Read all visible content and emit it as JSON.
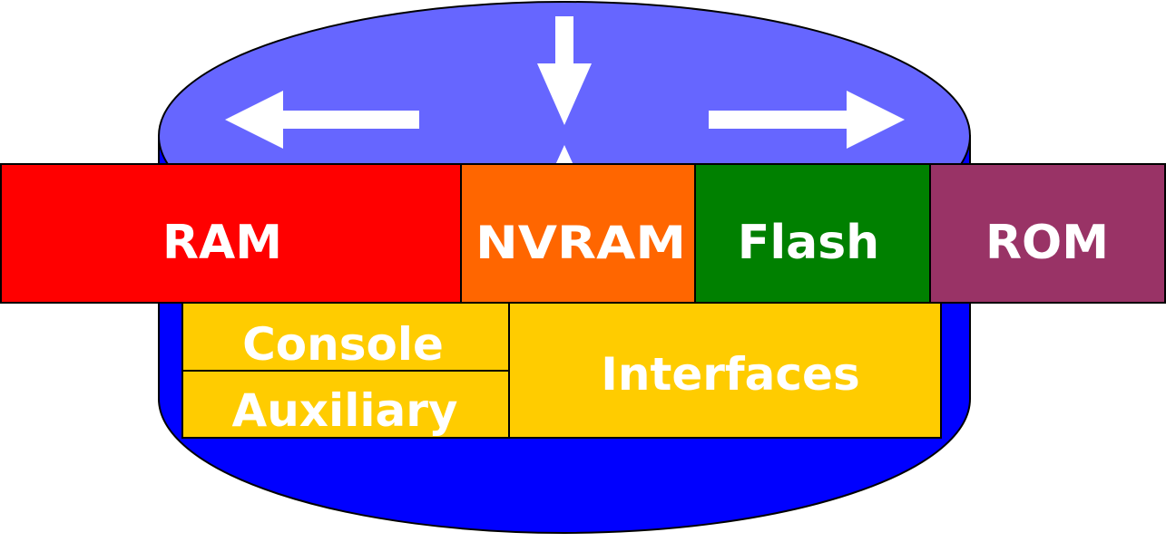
{
  "diagram": {
    "colors": {
      "router_top": "#6666ff",
      "router_body": "#0000ff",
      "arrows": "#ffffff",
      "outline": "#000000"
    },
    "memory_blocks": [
      {
        "label": "RAM",
        "color": "#ff0000"
      },
      {
        "label": "NVRAM",
        "color": "#ff6600"
      },
      {
        "label": "Flash",
        "color": "#008000"
      },
      {
        "label": "ROM",
        "color": "#993366"
      }
    ],
    "ports": [
      {
        "label": "Console",
        "color": "#ffcc00"
      },
      {
        "label": "Auxiliary",
        "color": "#ffcc00"
      },
      {
        "label": "Interfaces",
        "color": "#ffcc00"
      }
    ],
    "arrows": [
      {
        "direction": "left"
      },
      {
        "direction": "down"
      },
      {
        "direction": "right"
      }
    ]
  }
}
